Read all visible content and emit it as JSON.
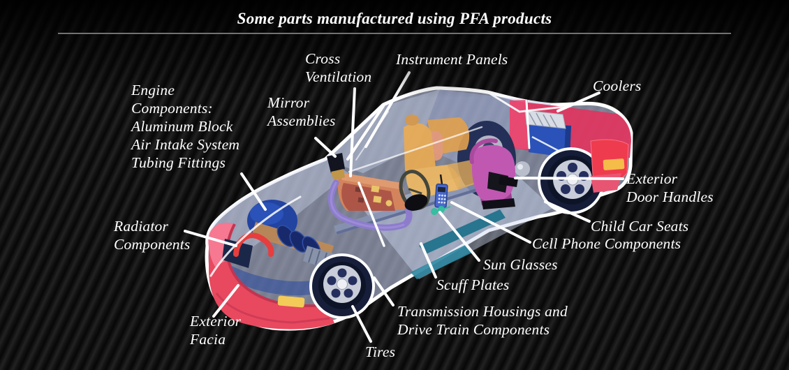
{
  "title": "Some parts manufactured using PFA products",
  "labels": {
    "engine_components": {
      "lines": [
        "Engine",
        "Components:",
        "Aluminum Block",
        "Air Intake System",
        "Tubing Fittings"
      ]
    },
    "mirror_assemblies": {
      "lines": [
        "Mirror",
        "Assemblies"
      ]
    },
    "cross_ventilation": {
      "lines": [
        "Cross",
        "Ventilation"
      ]
    },
    "instrument_panels": {
      "lines": [
        "Instrument Panels"
      ]
    },
    "coolers": {
      "lines": [
        "Coolers"
      ]
    },
    "exterior_door_handles": {
      "lines": [
        "Exterior",
        "Door Handles"
      ]
    },
    "child_car_seats": {
      "lines": [
        "Child Car Seats"
      ]
    },
    "cell_phone_components": {
      "lines": [
        "Cell Phone Components"
      ]
    },
    "sun_glasses": {
      "lines": [
        "Sun Glasses"
      ]
    },
    "scuff_plates": {
      "lines": [
        "Scuff Plates"
      ]
    },
    "transmission": {
      "lines": [
        "Transmission Housings and",
        "Drive Train Components"
      ]
    },
    "tires": {
      "lines": [
        "Tires"
      ]
    },
    "exterior_facia": {
      "lines": [
        "Exterior",
        "Facia"
      ]
    },
    "radiator_components": {
      "lines": [
        "Radiator",
        "Components"
      ]
    }
  },
  "colors": {
    "background": "#0a0a0a",
    "stripe": "#222222",
    "text": "#ffffff",
    "leader_line": "#ffffff",
    "body_shell": "#b9c2e2",
    "bumper_red": "#e8495f",
    "tail_light_red": "#ef3b4e",
    "marker_yellow": "#f3cb58",
    "engine_blue": "#2243a0",
    "radiator_hose_red": "#e63e3e",
    "dashboard_orange": "#d3845c",
    "seat_amber": "#ecac52",
    "child_seat_magenta": "#c058b2",
    "cooler_blue": "#2a52b8",
    "cooler_lid_silver": "#d8dce4",
    "scuff_teal": "#27758e",
    "wheel_navy": "#161e3a",
    "rim_silver": "#c9cdd9",
    "duct_purple": "#8d7ccc",
    "phone_blue": "#4968cc",
    "sunglasses_teal": "#2fbf9e"
  }
}
